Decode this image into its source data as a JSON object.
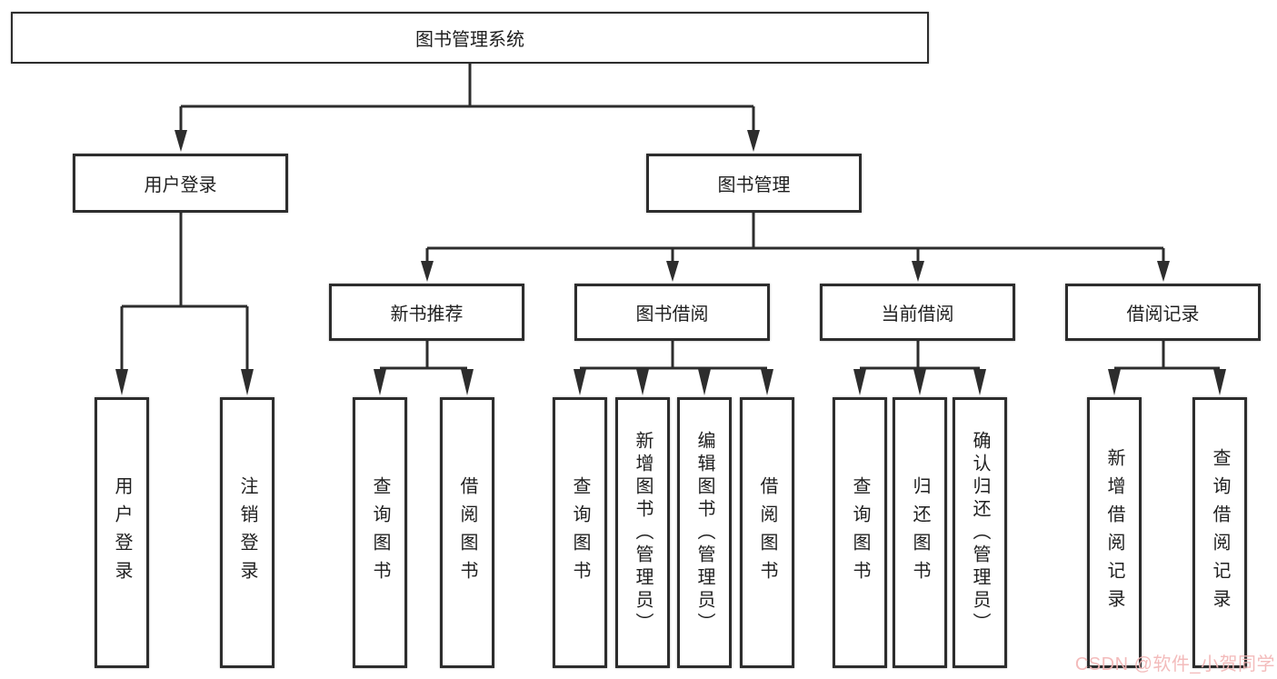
{
  "watermark": {
    "text": "CSDN @软件_小贺同学",
    "color": "#f3b6b6"
  },
  "colors": {
    "line": "#2d2d2d",
    "border": "#2d2d2d",
    "box_fill": "#ffffff",
    "text": "#1f1f1f",
    "background": "#ffffff"
  },
  "nodes": {
    "root": "图书管理系统",
    "branches": [
      {
        "label": "用户登录",
        "leaves": [
          "用户登录",
          "注销登录"
        ]
      },
      {
        "label": "图书管理",
        "groups": [
          {
            "label": "新书推荐",
            "leaves": [
              "查询图书",
              "借阅图书"
            ]
          },
          {
            "label": "图书借阅",
            "leaves": [
              "查询图书",
              "新增图书（管理员）",
              "编辑图书（管理员）",
              "借阅图书"
            ]
          },
          {
            "label": "当前借阅",
            "leaves": [
              "查询图书",
              "归还图书",
              "确认归还（管理员）"
            ]
          },
          {
            "label": "借阅记录",
            "leaves": [
              "新增借阅记录",
              "查询借阅记录"
            ]
          }
        ]
      }
    ]
  }
}
